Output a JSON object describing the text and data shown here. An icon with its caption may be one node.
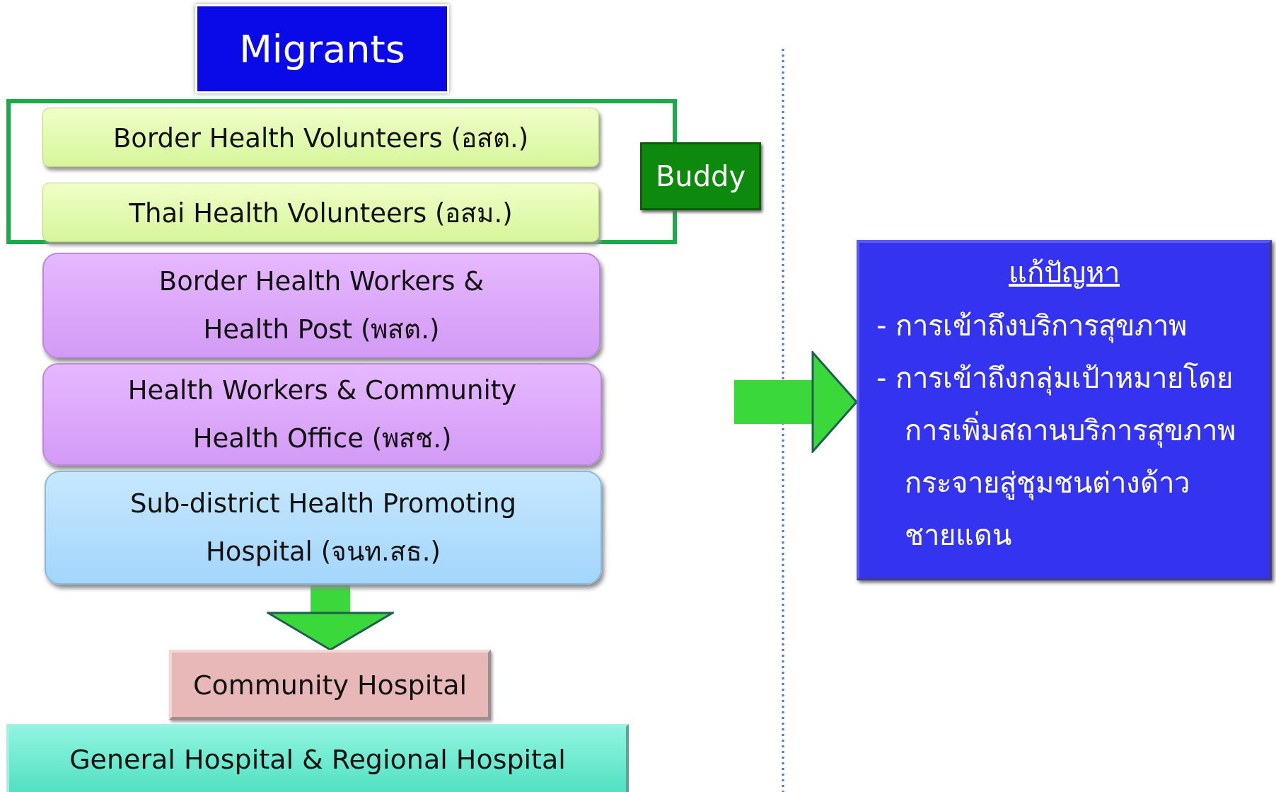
{
  "diagram": {
    "nodes": [
      {
        "text": [
          "Migrants"
        ]
      },
      {
        "text": [],
        "shape": "box"
      },
      {
        "text": [
          "Border Health Volunteers (อสต.)"
        ],
        "in": 1
      },
      {
        "text": [
          "Thai Health Volunteers (อสม.)"
        ],
        "in": 1
      },
      {
        "text": [
          "Buddy"
        ]
      },
      {
        "text": [
          "Border Health Workers & Health Post (พสต.)"
        ]
      },
      {
        "text": [
          "Health Workers & Community Health Office (พสช.)"
        ]
      },
      {
        "text": [
          "Sub-district Health Promoting Hospital (จนท.สธ.)"
        ]
      },
      {
        "text": [
          "Community Hospital"
        ]
      },
      {
        "text": [
          "General Hospital & Regional Hospital"
        ]
      },
      {
        "text": [
          "แก้ปัญหา",
          "- การเข้าถึงบริการสุขภาพ",
          "- การเข้าถึงกลุ่มเป้าหมายโดยการเพิ่มสถานบริการสุขภาพ กระจายสู่ชุมชนต่างด้าวชายแดน"
        ]
      }
    ],
    "edges": [
      {
        "from": 7,
        "to": 8,
        "arrow": "to"
      },
      {
        "from": null,
        "to": 10,
        "arrow": "to"
      }
    ]
  }
}
